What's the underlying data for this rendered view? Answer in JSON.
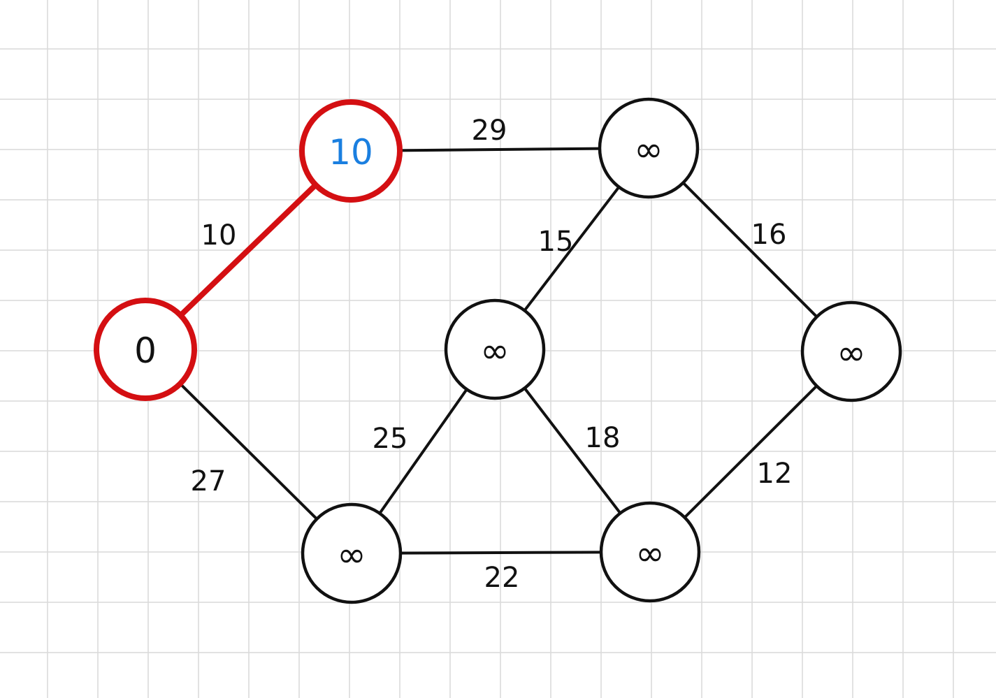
{
  "colors": {
    "grid": "#d9d9d9",
    "ink": "#111111",
    "path": "#d40f12",
    "current_label": "#1a7fe0",
    "background": "#ffffff"
  },
  "nodes": [
    {
      "id": "source",
      "label": "0",
      "state": "visited"
    },
    {
      "id": "top-left",
      "label": "10",
      "state": "current"
    },
    {
      "id": "top-right",
      "label": "∞",
      "state": "unvisited"
    },
    {
      "id": "middle",
      "label": "∞",
      "state": "unvisited"
    },
    {
      "id": "right",
      "label": "∞",
      "state": "unvisited"
    },
    {
      "id": "bottom-left",
      "label": "∞",
      "state": "unvisited"
    },
    {
      "id": "bottom-right",
      "label": "∞",
      "state": "unvisited"
    }
  ],
  "edges": [
    {
      "from": "source",
      "to": "top-left",
      "weight": "10",
      "highlighted": true
    },
    {
      "from": "top-left",
      "to": "top-right",
      "weight": "29",
      "highlighted": false
    },
    {
      "from": "top-right",
      "to": "middle",
      "weight": "15",
      "highlighted": false
    },
    {
      "from": "top-right",
      "to": "right",
      "weight": "16",
      "highlighted": false
    },
    {
      "from": "source",
      "to": "bottom-left",
      "weight": "27",
      "highlighted": false
    },
    {
      "from": "middle",
      "to": "bottom-left",
      "weight": "25",
      "highlighted": false
    },
    {
      "from": "middle",
      "to": "bottom-right",
      "weight": "18",
      "highlighted": false
    },
    {
      "from": "right",
      "to": "bottom-right",
      "weight": "12",
      "highlighted": false
    },
    {
      "from": "bottom-left",
      "to": "bottom-right",
      "weight": "22",
      "highlighted": false
    }
  ]
}
